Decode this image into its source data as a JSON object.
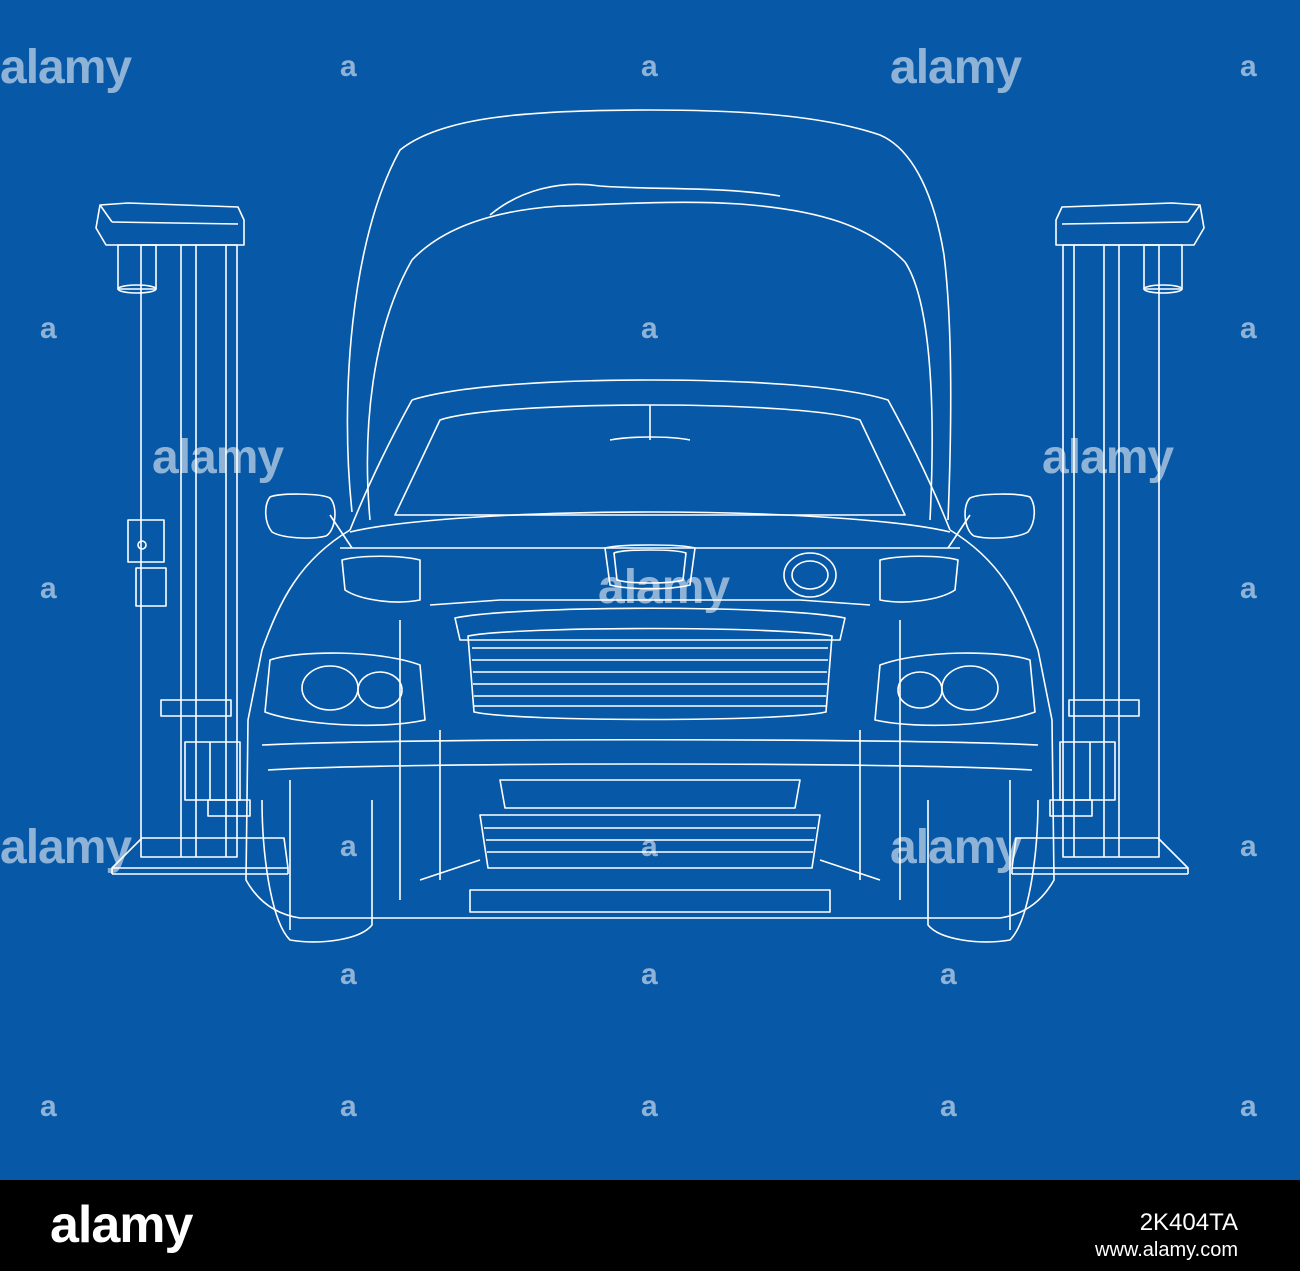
{
  "image": {
    "background_color": "#0758a6",
    "line_color": "#ffffff",
    "subject": "wireframe-car-on-two-post-lift"
  },
  "watermark": {
    "brand": "alamy",
    "mark": "a"
  },
  "footer": {
    "logo": "alamy",
    "image_id": "2K404TA",
    "url": "www.alamy.com"
  }
}
